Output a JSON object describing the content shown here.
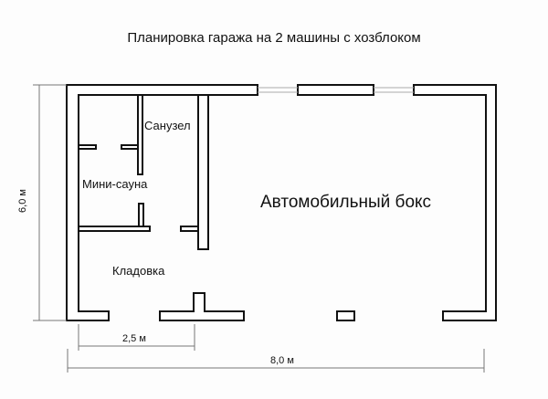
{
  "title": "Планировка гаража на 2 машины с хозблоком",
  "rooms": {
    "bathroom": "Санузел",
    "sauna": "Мини-сауна",
    "garage": "Автомобильный бокс",
    "storage": "Кладовка"
  },
  "dimensions": {
    "height": "6,0 м",
    "rooms_width": "2,5 м",
    "total_width": "8,0 м"
  }
}
